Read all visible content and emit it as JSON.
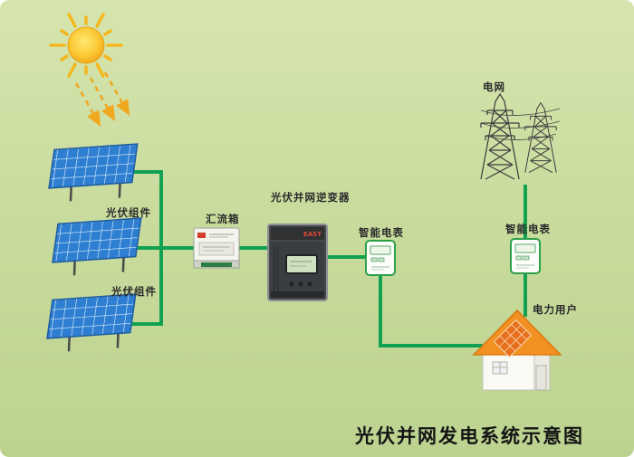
{
  "title": "光伏并网发电系统示意图",
  "labels": {
    "pv_module_1": "光伏组件",
    "pv_module_2": "光伏组件",
    "combiner_box": "汇流箱",
    "inverter": "光伏并网逆变器",
    "smart_meter_left": "智能电表",
    "smart_meter_right": "智能电表",
    "grid": "电网",
    "power_user": "电力用户"
  },
  "inverter_brand": "EAST",
  "colors": {
    "background_top": "#d6e5ae",
    "background_bottom": "#bcd390",
    "connector_green": "#12a150",
    "panel_blue": "#2e7fd2",
    "sun_yellow": "#f7b91d",
    "roof_orange": "#f29022",
    "meter_green": "#2ba04a",
    "title_color": "#141414"
  }
}
